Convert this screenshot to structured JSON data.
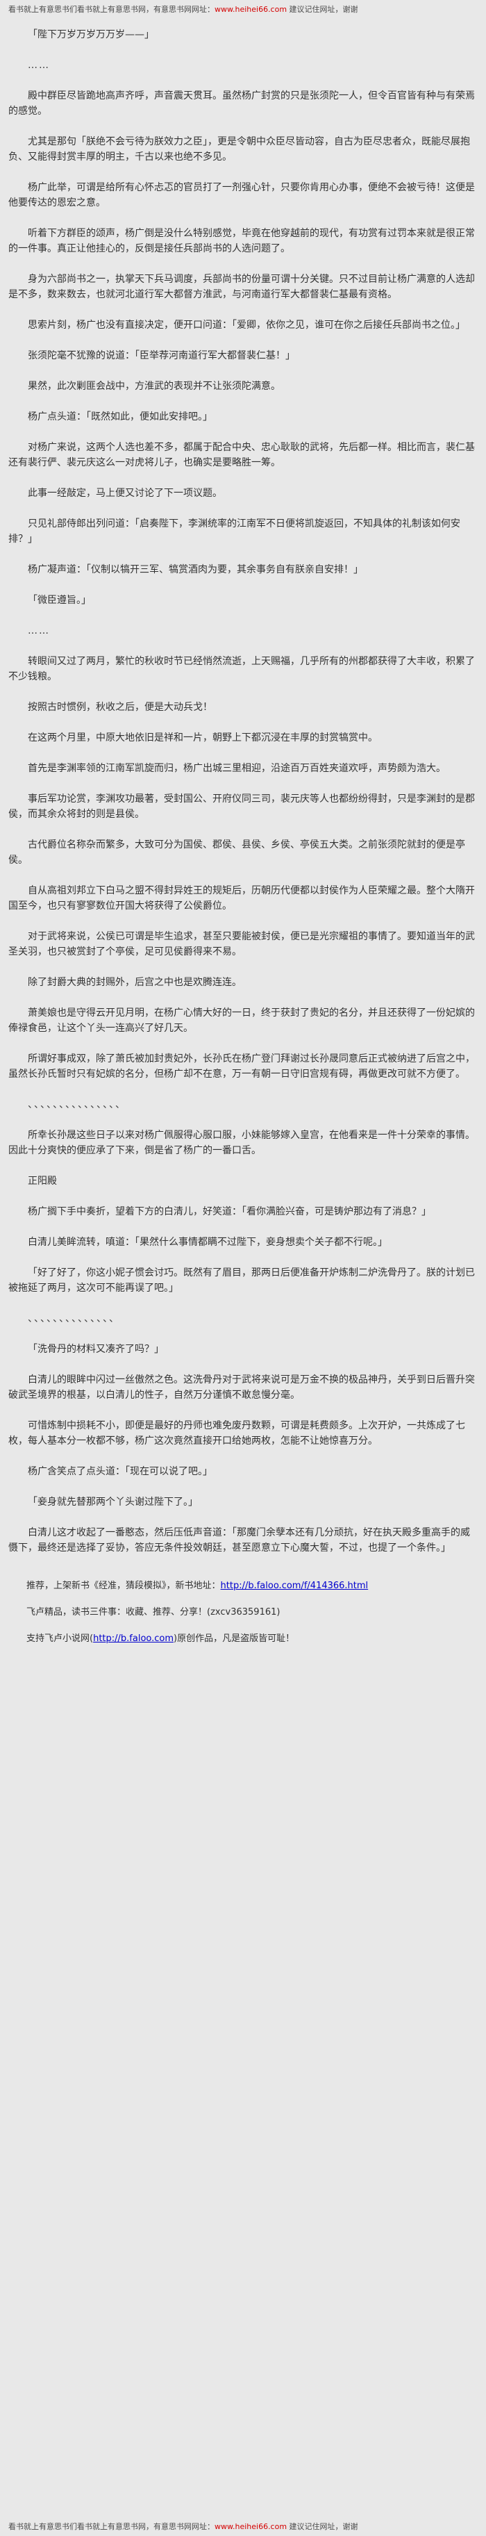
{
  "colors": {
    "background": "#e8e8e8",
    "body_text": "#323232",
    "site_url_red": "#d40000",
    "link_blue": "#0000cc"
  },
  "site_notice": {
    "prefix": "看书就上有意思书们看书就上有意思书网，有意思书网网址：",
    "url": "www.heihei66.com",
    "suffix": " 建议记住网址，谢谢"
  },
  "novel": {
    "paragraphs": [
      "「陛下万岁万岁万万岁——」",
      "……",
      "殿中群臣尽皆跪地高声齐呼，声音震天贯耳。虽然杨广封赏的只是张须陀一人，但令百官皆有种与有荣焉的感觉。",
      "尤其是那句「朕绝不会亏待为朕效力之臣」，更是令朝中众臣尽皆动容，自古为臣尽忠者众，既能尽展抱负、又能得封赏丰厚的明主，千古以来也绝不多见。",
      "杨广此举，可谓是给所有心怀忐忑的官员打了一剂强心针，只要你肯用心办事，便绝不会被亏待！这便是他要传达的恩宏之意。",
      "听着下方群臣的颂声，杨广倒是没什么特别感觉，毕竟在他穿越前的现代，有功赏有过罚本来就是很正常的一件事。真正让他挂心的，反倒是接任兵部尚书的人选问题了。",
      "身为六部尚书之一，执掌天下兵马调度，兵部尚书的份量可谓十分关键。只不过目前让杨广满意的人选却是不多，数来数去，也就河北道行军大都督方淮武，与河南道行军大都督裴仁基最有资格。",
      "思索片刻，杨广也没有直接决定，便开口问道：「爱卿，依你之见，谁可在你之后接任兵部尚书之位。」",
      "张须陀毫不犹豫的说道：「臣举荐河南道行军大都督裴仁基！」",
      "果然，此次剿匪会战中，方淮武的表现并不让张须陀满意。",
      "杨广点头道：「既然如此，便如此安排吧。」",
      "对杨广来说，这两个人选也差不多，都属于配合中央、忠心耿耿的武将，先后都一样。相比而言，裴仁基还有裴行俨、裴元庆这么一对虎将儿子，也确实是要略胜一筹。",
      "此事一经敲定，马上便又讨论了下一项议题。",
      "只见礼部侍郎出列问道：「启奏陛下，李渊统率的江南军不日便将凯旋返回，不知具体的礼制该如何安排？」",
      "杨广凝声道：「仪制以犒开三军、犒赏酒肉为要，其余事务自有朕亲自安排！」",
      "「微臣遵旨。」",
      "……",
      "转眼间又过了两月，繁忙的秋收时节已经悄然流逝，上天赐福，几乎所有的州郡都获得了大丰收，积累了不少钱粮。",
      "按照古时惯例，秋收之后，便是大动兵戈！",
      "在这两个月里，中原大地依旧是祥和一片，朝野上下都沉浸在丰厚的封赏犒赏中。",
      "首先是李渊率领的江南军凯旋而归，杨广出城三里相迎，沿途百万百姓夹道欢呼，声势颇为浩大。",
      "事后军功论赏，李渊攻功最著，受封国公、开府仪同三司，裴元庆等人也都纷纷得封，只是李渊封的是郡侯，而其余众将封的则是县侯。",
      "古代爵位名称杂而繁多，大致可分为国侯、郡侯、县侯、乡侯、亭侯五大类。之前张须陀就封的便是亭侯。",
      "自从高祖刘邦立下白马之盟不得封异姓王的规矩后，历朝历代便都以封侯作为人臣荣耀之最。整个大隋开国至今，也只有寥寥数位开国大将获得了公侯爵位。",
      "对于武将来说，公侯已可谓是毕生追求，甚至只要能被封侯，便已是光宗耀祖的事情了。要知道当年的武圣关羽，也只被赏封了个亭侯，足可见侯爵得来不易。",
      "除了封爵大典的封赐外，后宫之中也是欢腾连连。",
      "萧美娘也是守得云开见月明，在杨广心情大好的一日，终于获封了贵妃的名分，并且还获得了一份妃嫔的俸禄食邑，让这个丫头一连高兴了好几天。",
      "所谓好事成双，除了萧氏被加封贵妃外，长孙氏在杨广登门拜谢过长孙晟同意后正式被纳进了后宫之中，虽然长孙氏暂时只有妃嫔的名分，但杨广却不在意，万一有朝一日守旧宫规有碍，再做更改可就不方便了。",
      "、、、、、、、、、、、、、、、",
      "所幸长孙晟这些日子以来对杨广佩服得心服口服，小妹能够嫁入皇宫，在他看来是一件十分荣幸的事情。因此十分爽快的便应承了下来，倒是省了杨广的一番口舌。",
      "正阳殿",
      "杨广搁下手中奏折，望着下方的白清儿，好笑道：「看你满脸兴奋，可是铸炉那边有了消息？」",
      "白清儿美眸流转，嗔道：「果然什么事情都瞒不过陛下，妾身想卖个关子都不行呢。」",
      "「好了好了，你这小妮子惯会讨巧。既然有了眉目，那两日后便准备开炉炼制二炉洗骨丹了。朕的计划已被拖延了两月，这次可不能再误了吧。」",
      "、、、、、、、、、、、、、、",
      "「洗骨丹的材料又凑齐了吗？」",
      "白清儿的眼眸中闪过一丝傲然之色。这洗骨丹对于武将来说可是万金不换的极品神丹，关乎到日后晋升突破武圣境界的根基，以白清儿的性子，自然万分谨慎不敢怠慢分毫。",
      "可惜炼制中损耗不小，即便是最好的丹师也难免废丹数颗，可谓是耗费颇多。上次开炉，一共炼成了七枚，每人基本分一枚都不够，杨广这次竟然直接开口给她两枚，怎能不让她惊喜万分。",
      "杨广含笑点了点头道：「现在可以说了吧。」",
      "「妾身就先替那两个丫头谢过陛下了。」",
      "白清儿这才收起了一番憨态，然后压低声音道：「那魔门余孽本还有几分顽抗，好在执天殿多重高手的威慑下，最终还是选择了妥协，答应无条件投效朝廷，甚至愿意立下心魔大誓，不过，也提了一个条件。」"
    ]
  },
  "promo": {
    "line1_prefix": "推荐，上架新书《经准，猜段模拟》，新书地址：",
    "line1_url": "http://b.faloo.com/f/414366.html",
    "line2_text": "飞卢精品，读书三件事：收藏、推荐、分享！",
    "line2_code": "(zxcv36359161)",
    "line3_prefix": "支持飞卢小说网(",
    "line3_url": "http://b.faloo.com",
    "line3_suffix": ")原创作品，凡是盗版皆可耻！"
  }
}
